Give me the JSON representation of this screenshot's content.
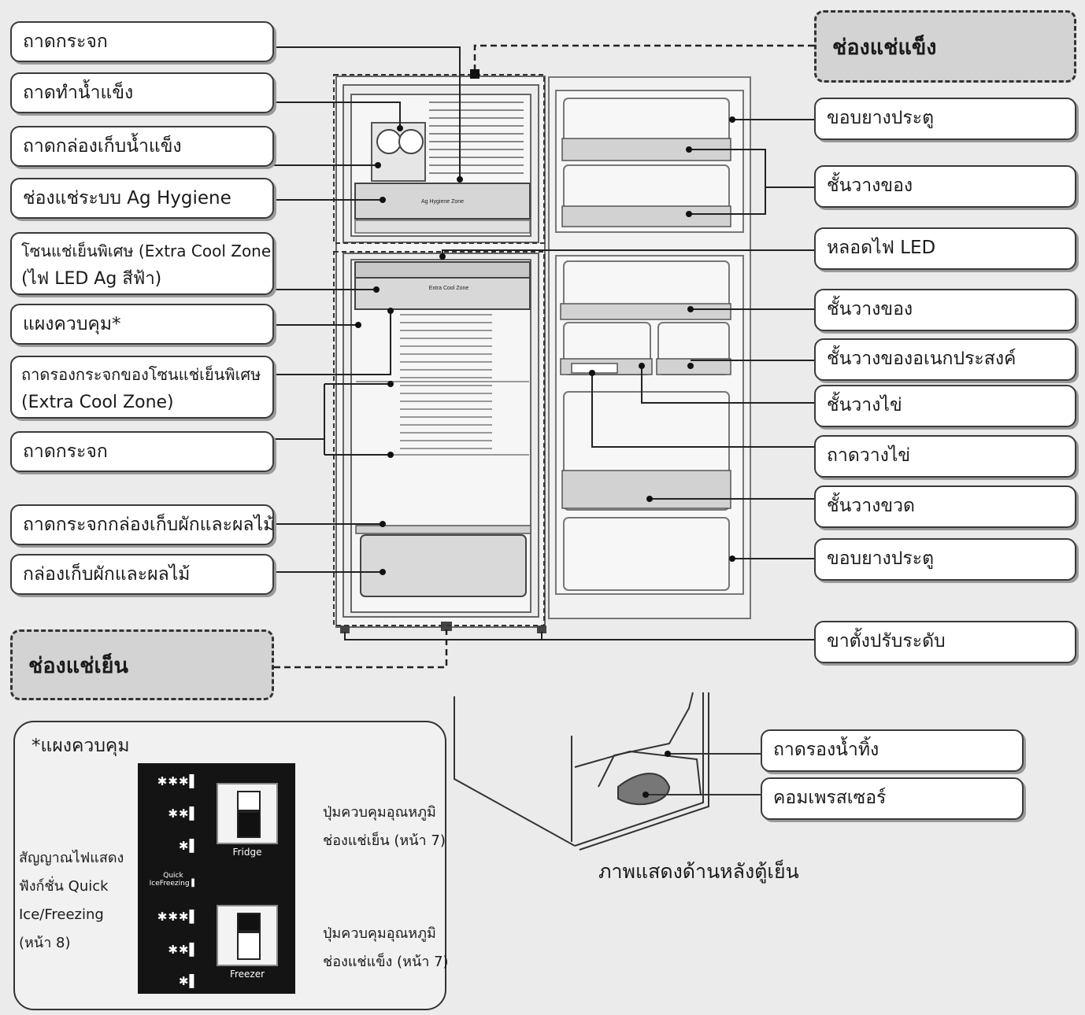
{
  "left_labels": {
    "glass_shelf_top": "ถาดกระจก",
    "ice_tray": "ถาดทำน้ำแข็ง",
    "ice_box_tray": "ถาดกล่องเก็บน้ำแข็ง",
    "ag_hygiene": "ช่องแช่ระบบ Ag Hygiene",
    "extra_cool_line1": "โซนแช่เย็นพิเศษ (Extra Cool Zone)",
    "extra_cool_line2": "(ไฟ LED Ag สีฟ้า)",
    "control_panel": "แผงควบคุม*",
    "extra_cool_glass_line1": "ถาดรองกระจกของโซนแช่เย็นพิเศษ",
    "extra_cool_glass_line2": "(Extra Cool Zone)",
    "glass_shelf": "ถาดกระจก",
    "crisper_glass": "ถาดกระจกกล่องเก็บผักและผลไม้",
    "crisper": "กล่องเก็บผักและผลไม้"
  },
  "right_labels": {
    "door_gasket_top": "ขอบยางประตู",
    "door_shelf_top": "ชั้นวางของ",
    "led_lamp": "หลอดไฟ LED",
    "door_shelf": "ชั้นวางของ",
    "multi_shelf": "ชั้นวางของอเนกประสงค์",
    "egg_shelf": "ชั้นวางไข่",
    "egg_tray": "ถาดวางไข่",
    "bottle_shelf": "ชั้นวางขวด",
    "door_gasket_bottom": "ขอบยางประตู",
    "leveling_feet": "ขาตั้งปรับระดับ"
  },
  "compartments": {
    "freezer": "ช่องแช่แข็ง",
    "fridge": "ช่องแช่เย็น"
  },
  "fridge_body": {
    "ag_zone_text": "Ag Hygiene Zone",
    "extra_cool_text": "Extra Cool Zone"
  },
  "back_view": {
    "drip_tray": "ถาดรองน้ำทิ้ง",
    "compressor": "คอมเพรสเซอร์",
    "caption": "ภาพแสดงด้านหลังตู้เย็น"
  },
  "control_panel": {
    "title": "*แผงควบคุม",
    "level3": "✱✱✱▌",
    "level2": "✱✱▌",
    "level1": "✱▌",
    "fridge_btn": "Fridge",
    "freezer_btn": "Freezer",
    "quick_label": "Quick IceFreezing ▌",
    "fridge_note_1": "ปุ่มควบคุมอุณหภูมิ",
    "fridge_note_2": "ช่องแช่เย็น (หน้า 7)",
    "freezer_note_1": "ปุ่มควบคุมอุณหภูมิ",
    "freezer_note_2": "ช่องแช่แข็ง (หน้า 7)",
    "indicator_1": "สัญญาณไฟแสดง",
    "indicator_2": "ฟังก์ชั่น Quick",
    "indicator_3": "Ice/Freezing",
    "indicator_4": "(หน้า 8)"
  }
}
